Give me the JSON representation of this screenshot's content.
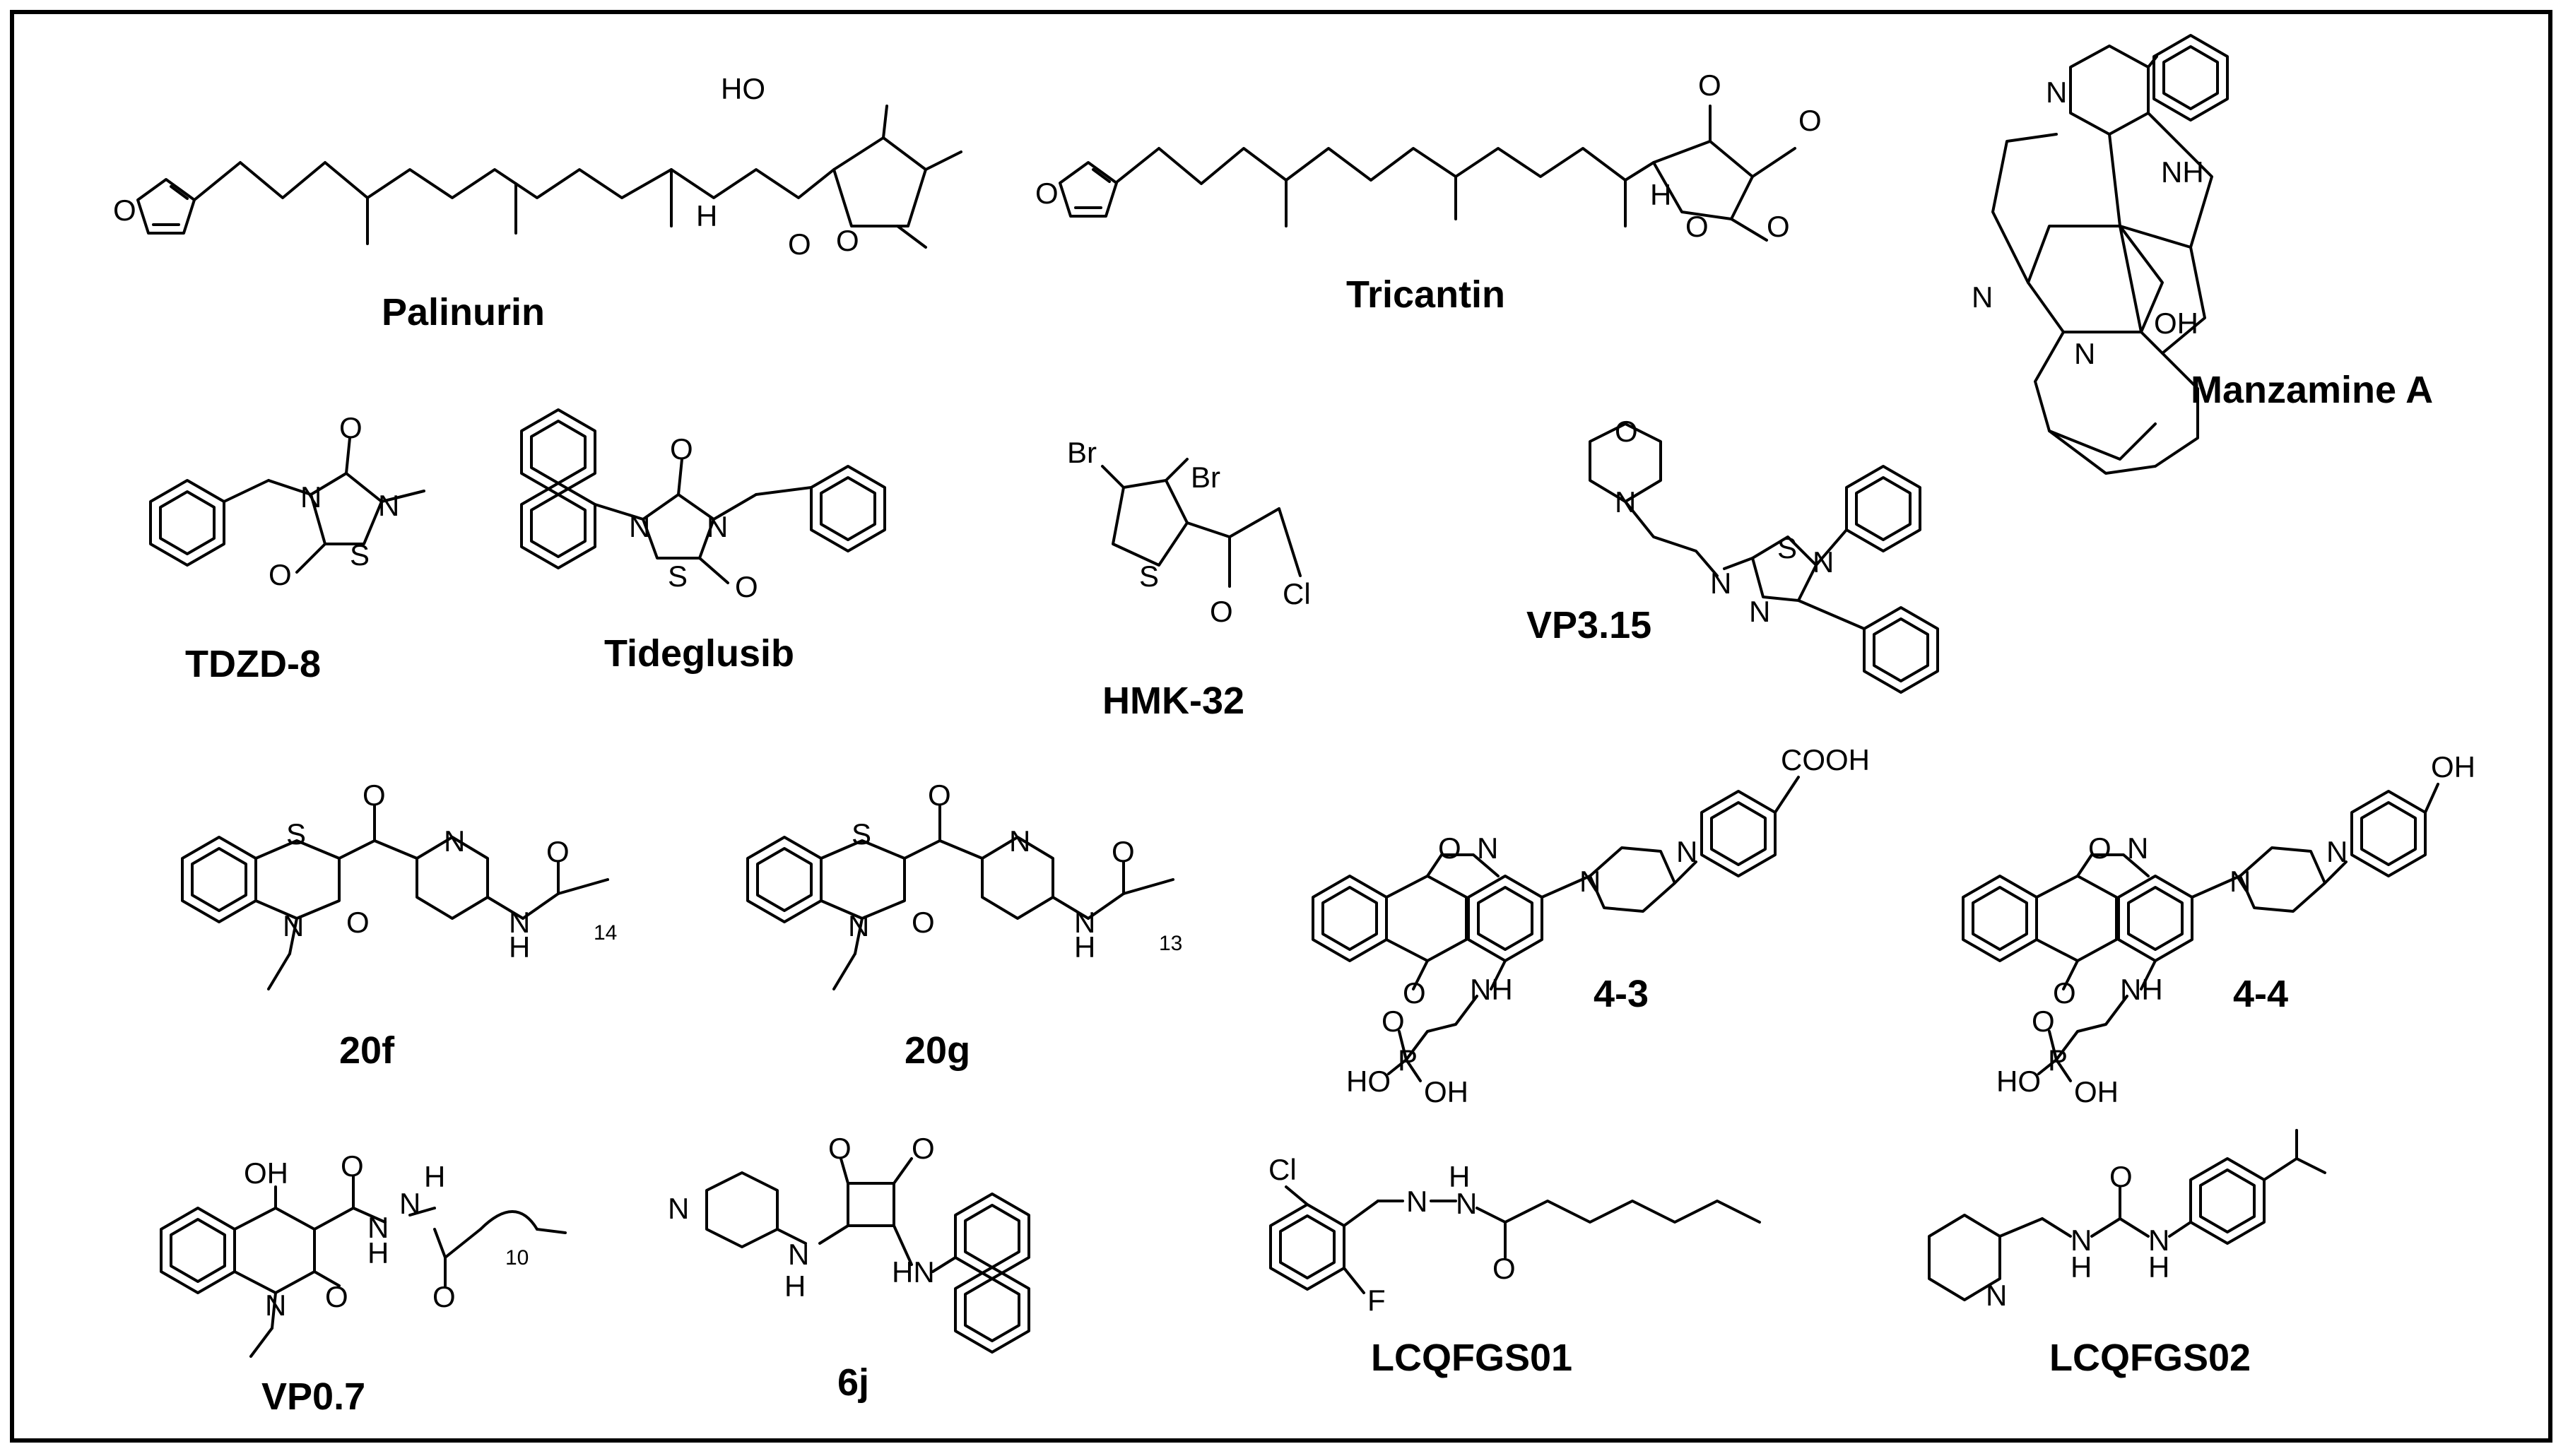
{
  "colors": {
    "ink": "#000000",
    "background": "#ffffff"
  },
  "compounds": [
    {
      "name": "Palinurin",
      "atoms": [
        "O",
        "HO",
        "H",
        "O",
        "O"
      ]
    },
    {
      "name": "Tricantin",
      "atoms": [
        "O",
        "H",
        "O",
        "O",
        "O",
        "O"
      ]
    },
    {
      "name": "Manzamine A",
      "atoms": [
        "N",
        "NH",
        "N",
        "N",
        "OH"
      ]
    },
    {
      "name": "TDZD-8",
      "atoms": [
        "N",
        "O",
        "N",
        "S",
        "O"
      ]
    },
    {
      "name": "Tideglusib",
      "atoms": [
        "N",
        "O",
        "N",
        "S",
        "O"
      ]
    },
    {
      "name": "HMK-32",
      "atoms": [
        "Br",
        "Br",
        "S",
        "O",
        "Cl"
      ]
    },
    {
      "name": "VP3.15",
      "atoms": [
        "O",
        "N",
        "N",
        "S",
        "N",
        "N"
      ]
    },
    {
      "name": "20f",
      "atoms": [
        "S",
        "O",
        "N",
        "O",
        "N",
        "N",
        "H",
        "O",
        "14"
      ]
    },
    {
      "name": "20g",
      "atoms": [
        "S",
        "O",
        "N",
        "O",
        "N",
        "N",
        "H",
        "O",
        "13"
      ]
    },
    {
      "name": "4-3",
      "atoms": [
        "O",
        "N",
        "N",
        "N",
        "COOH",
        "O",
        "NH",
        "O",
        "P",
        "HO",
        "OH"
      ]
    },
    {
      "name": "4-4",
      "atoms": [
        "O",
        "N",
        "N",
        "N",
        "OH",
        "O",
        "NH",
        "O",
        "P",
        "HO",
        "OH"
      ]
    },
    {
      "name": "VP0.7",
      "atoms": [
        "OH",
        "O",
        "H",
        "N",
        "N",
        "H",
        "O",
        "10",
        "N",
        "O"
      ]
    },
    {
      "name": "6j",
      "atoms": [
        "O",
        "O",
        "N",
        "H",
        "N",
        "HN"
      ]
    },
    {
      "name": "LCQFGS01",
      "atoms": [
        "Cl",
        "N",
        "H",
        "N",
        "O",
        "F"
      ]
    },
    {
      "name": "LCQFGS02",
      "atoms": [
        "N",
        "N",
        "H",
        "N",
        "H",
        "O"
      ]
    }
  ]
}
